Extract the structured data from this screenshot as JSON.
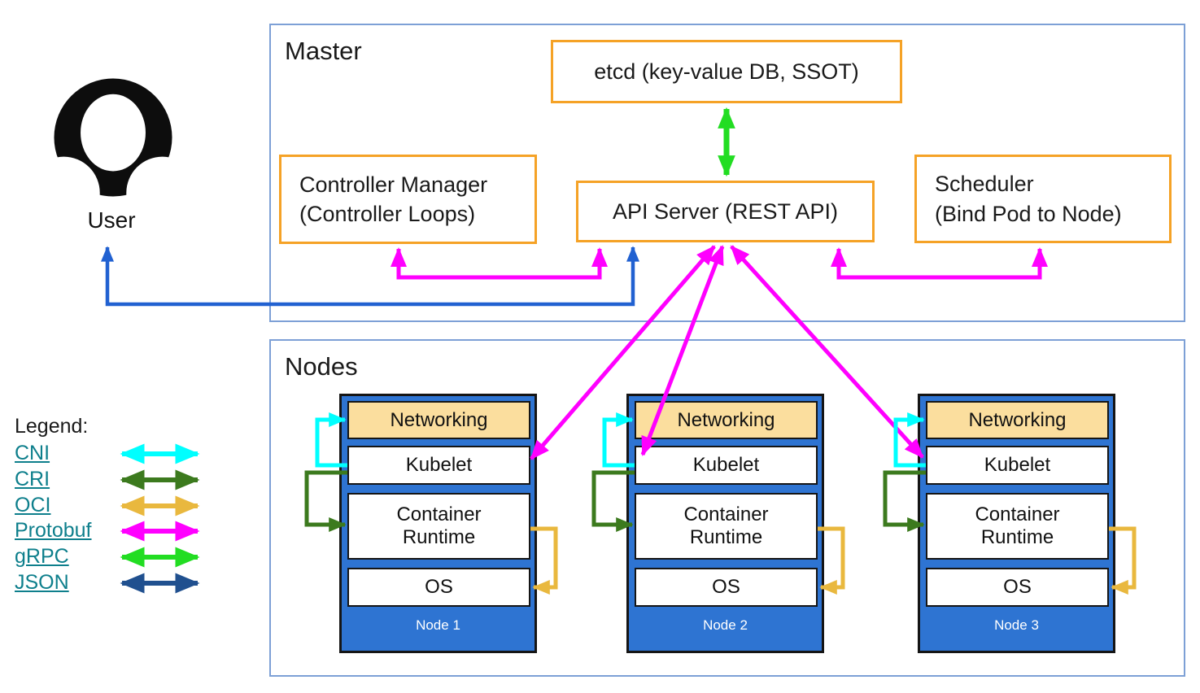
{
  "user": {
    "label": "User"
  },
  "master": {
    "label": "Master",
    "etcd_label": "etcd (key-value DB, SSOT)",
    "controller_manager": {
      "line1": "Controller Manager",
      "line2": "(Controller Loops)"
    },
    "api_server_label": "API Server (REST API)",
    "scheduler": {
      "line1": "Scheduler",
      "line2": "(Bind Pod to Node)"
    }
  },
  "nodes_section": {
    "label": "Nodes",
    "layer_labels": {
      "networking": "Networking",
      "kubelet": "Kubelet",
      "container_runtime": "Container Runtime",
      "os": "OS"
    },
    "nodes": [
      {
        "name": "Node 1"
      },
      {
        "name": "Node 2"
      },
      {
        "name": "Node 3"
      }
    ]
  },
  "legend": {
    "title": "Legend:",
    "items": [
      {
        "label": "CNI",
        "color": "#00ffff"
      },
      {
        "label": "CRI",
        "color": "#3c7a1e"
      },
      {
        "label": "OCI",
        "color": "#e9b83e"
      },
      {
        "label": "Protobuf",
        "color": "#ff00ff"
      },
      {
        "label": "gRPC",
        "color": "#22dd22"
      },
      {
        "label": "JSON",
        "color": "#20508f"
      }
    ]
  },
  "connections": [
    {
      "from": "etcd",
      "to": "API Server",
      "protocol": "gRPC"
    },
    {
      "from": "Controller Manager",
      "to": "API Server",
      "protocol": "Protobuf"
    },
    {
      "from": "API Server",
      "to": "Scheduler",
      "protocol": "Protobuf"
    },
    {
      "from": "User",
      "to": "API Server",
      "protocol": "JSON"
    },
    {
      "from": "API Server",
      "to": "Kubelet (Node 1)",
      "protocol": "Protobuf"
    },
    {
      "from": "API Server",
      "to": "Kubelet (Node 2)",
      "protocol": "Protobuf"
    },
    {
      "from": "API Server",
      "to": "Kubelet (Node 3)",
      "protocol": "Protobuf"
    },
    {
      "from": "Kubelet",
      "to": "Networking",
      "protocol": "CNI"
    },
    {
      "from": "Kubelet",
      "to": "Container Runtime",
      "protocol": "CRI"
    },
    {
      "from": "Container Runtime",
      "to": "OS",
      "protocol": "OCI"
    }
  ],
  "colors": {
    "node_fill": "#2e74d2",
    "networking_fill": "#fbde9e",
    "orange_box_border": "#f5a226",
    "frame_border": "#7da0d6",
    "user_arrow_blue": "#2161d1",
    "legend_link": "#0e7f8c"
  }
}
